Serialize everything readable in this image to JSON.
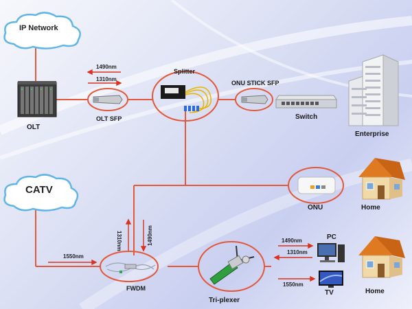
{
  "clouds": {
    "ip_network": "IP Network",
    "catv": "CATV"
  },
  "devices": {
    "olt": "OLT",
    "olt_sfp": "OLT SFP",
    "splitter": "Splitter",
    "onu_stick_sfp": "ONU STICK SFP",
    "switch": "Switch",
    "enterprise": "Enterprise",
    "onu": "ONU",
    "home_top": "Home",
    "fwdm": "FWDM",
    "tri_plexer": "Tri-plexer",
    "pc": "PC",
    "tv": "TV",
    "home_bottom": "Home"
  },
  "wavelengths": {
    "olt_down": "1490nm",
    "olt_up": "1310nm",
    "vert_up": "1310nm",
    "vert_down": "1490nm",
    "catv": "1550nm",
    "pc_down": "1490nm",
    "pc_up": "1310nm",
    "tv": "1550nm"
  },
  "colors": {
    "wire": "#e2583a",
    "arrow": "#d9321e"
  }
}
